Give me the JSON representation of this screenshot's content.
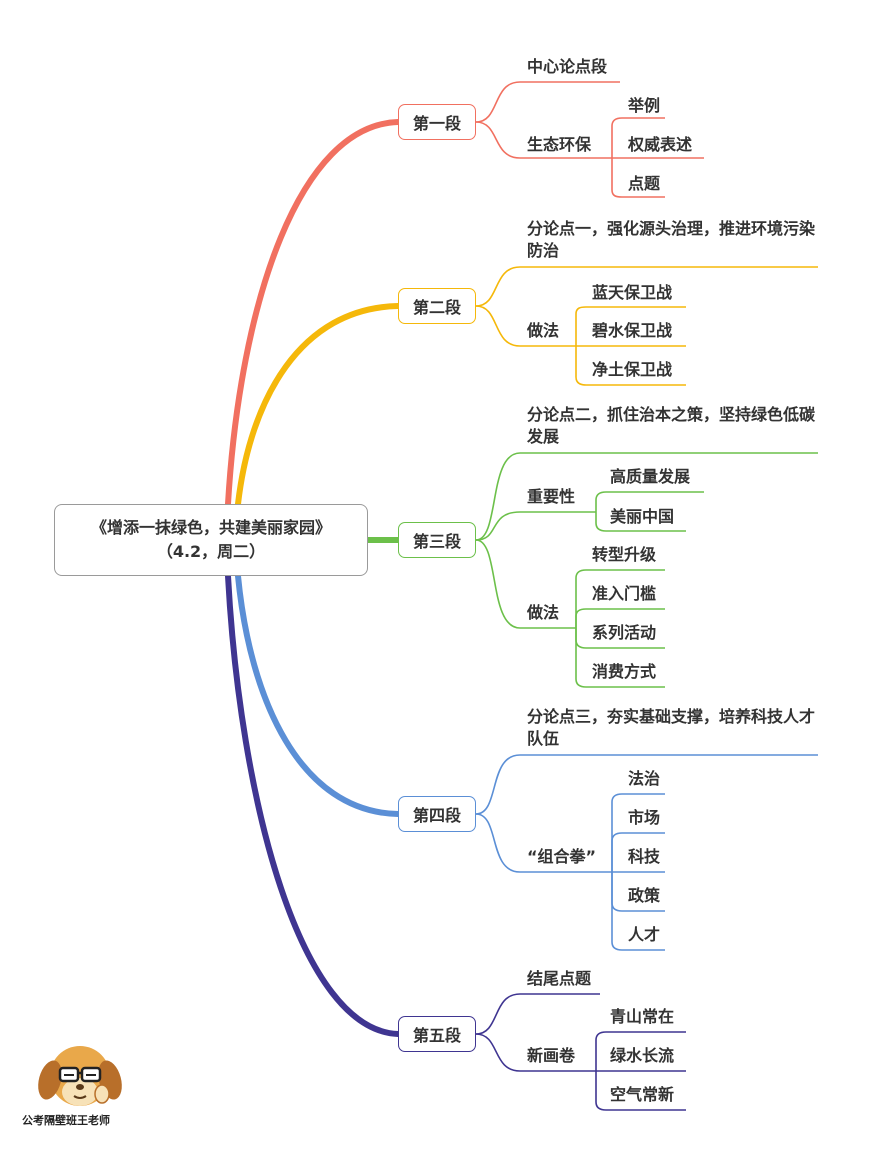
{
  "root": {
    "line1": "《增添一抹绿色，共建美丽家园》",
    "line2": "（4.2，周二）"
  },
  "sections": [
    {
      "label": "第一段",
      "color": "#f17060"
    },
    {
      "label": "第二段",
      "color": "#f5b80a"
    },
    {
      "label": "第三段",
      "color": "#6cc04a"
    },
    {
      "label": "第四段",
      "color": "#5b8fd6"
    },
    {
      "label": "第五段",
      "color": "#3f3591"
    }
  ],
  "nodes": {
    "s1_center": "中心论点段",
    "s1_eco": "生态环保",
    "s1_eg": "举例",
    "s1_auth": "权威表述",
    "s1_point": "点题",
    "s2_sub": "分论点一，强化源头治理，推进环境污染防治",
    "s2_method": "做法",
    "s2_a": "蓝天保卫战",
    "s2_b": "碧水保卫战",
    "s2_c": "净土保卫战",
    "s3_sub": "分论点二，抓住治本之策，坚持绿色低碳发展",
    "s3_imp": "重要性",
    "s3_imp_a": "高质量发展",
    "s3_imp_b": "美丽中国",
    "s3_method": "做法",
    "s3_m_a": "转型升级",
    "s3_m_b": "准入门槛",
    "s3_m_c": "系列活动",
    "s3_m_d": "消费方式",
    "s4_sub": "分论点三，夯实基础支撑，培养科技人才队伍",
    "s4_combo": "“组合拳”",
    "s4_a": "法治",
    "s4_b": "市场",
    "s4_c": "科技",
    "s4_d": "政策",
    "s4_e": "人才",
    "s5_end": "结尾点题",
    "s5_new": "新画卷",
    "s5_a": "青山常在",
    "s5_b": "绿水长流",
    "s5_c": "空气常新"
  },
  "credit": "公考隔壁班王老师"
}
